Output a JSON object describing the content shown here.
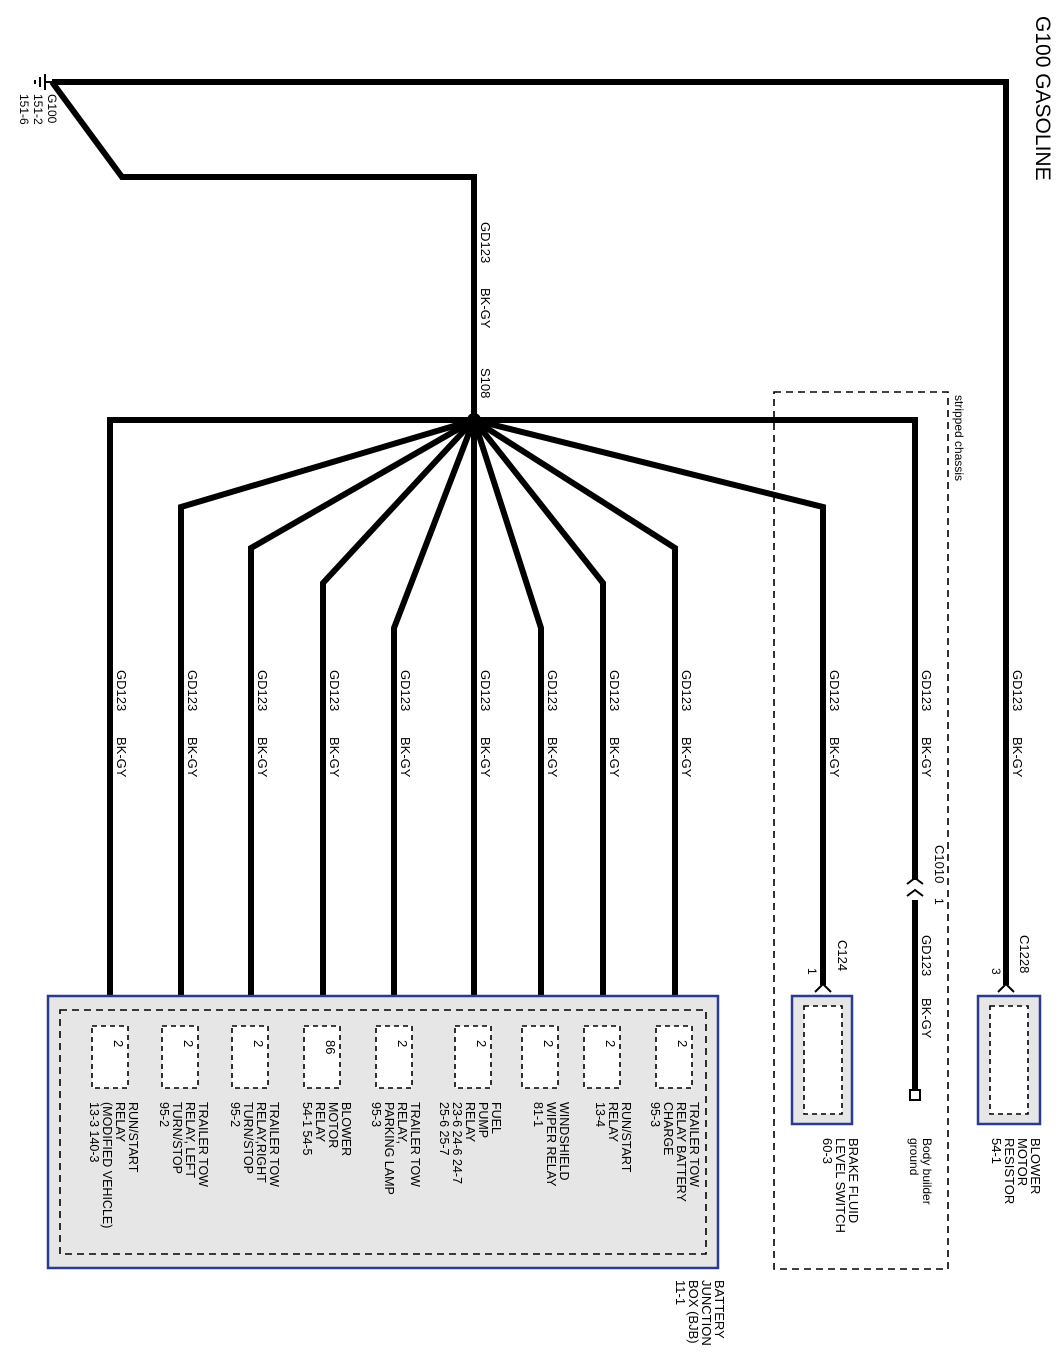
{
  "title": "G100 GASOLINE",
  "ground": {
    "name": "G100",
    "refs": [
      "151-2",
      "151-6"
    ]
  },
  "splice": "S108",
  "main_wire": {
    "circuit": "GD123",
    "color": "BK-GY"
  },
  "stripped_chassis_label": "stripped chassis",
  "connectors": {
    "c1228": {
      "name": "C1228",
      "pin": "3"
    },
    "c1010": {
      "name": "C1010",
      "pin": "1"
    },
    "c124": {
      "name": "C124",
      "pin": "1"
    }
  },
  "blower_resistor": {
    "lines": [
      "BLOWER",
      "MOTOR",
      "RESISTOR",
      "54-1"
    ]
  },
  "body_builder": {
    "lines": [
      "Body builder",
      "ground"
    ]
  },
  "brake_switch": {
    "lines": [
      "BRAKE FLUID",
      "LEVEL SWITCH",
      "60-3"
    ]
  },
  "bjb": {
    "lines": [
      "BATTERY",
      "JUNCTION",
      "BOX (BJB)",
      "11-1"
    ]
  },
  "branches": [
    {
      "circuit": "GD123",
      "color": "BK-GY",
      "pin": "2",
      "lines": [
        "TRAILER TOW",
        "RELAY BATTERY",
        "CHARGE",
        "95-3"
      ]
    },
    {
      "circuit": "GD123",
      "color": "BK-GY",
      "pin": "2",
      "lines": [
        "RUN/START",
        "RELAY",
        "13-4"
      ]
    },
    {
      "circuit": "GD123",
      "color": "BK-GY",
      "pin": "2",
      "lines": [
        "WINDSHIELD",
        "WIPER RELAY",
        "81-1"
      ]
    },
    {
      "circuit": "GD123",
      "color": "BK-GY",
      "pin": "2",
      "lines": [
        "FUEL",
        "PUMP",
        "RELAY",
        "23-6   24-6   24-7",
        "25-6   25-7"
      ]
    },
    {
      "circuit": "GD123",
      "color": "BK-GY",
      "pin": "2",
      "lines": [
        "TRAILER TOW",
        "RELAY,",
        "PARKING LAMP",
        "95-3"
      ]
    },
    {
      "circuit": "GD123",
      "color": "BK-GY",
      "pin": "86",
      "lines": [
        "BLOWER",
        "MOTOR",
        "RELAY",
        "54-1        54-5"
      ]
    },
    {
      "circuit": "GD123",
      "color": "BK-GY",
      "pin": "2",
      "lines": [
        "TRAILER TOW",
        "RELAY,RIGHT",
        "TURN/STOP",
        "95-2"
      ]
    },
    {
      "circuit": "GD123",
      "color": "BK-GY",
      "pin": "2",
      "lines": [
        "TRAILER TOW",
        "RELAY, LEFT",
        "TURN/STOP",
        "95-2"
      ]
    },
    {
      "circuit": "GD123",
      "color": "BK-GY",
      "pin": "2",
      "lines": [
        "RUN/START",
        "RELAY",
        "(MODIFIED VEHICLE)",
        "13-3        140-3"
      ]
    }
  ],
  "branch_brake": {
    "circuit": "GD123",
    "color": "BK-GY"
  },
  "branch_body": {
    "circuit": "GD123",
    "color": "BK-GY",
    "circuit2": "GD123",
    "color2": "BK-GY"
  },
  "branch_blower": {
    "circuit": "GD123",
    "color": "BK-GY"
  }
}
